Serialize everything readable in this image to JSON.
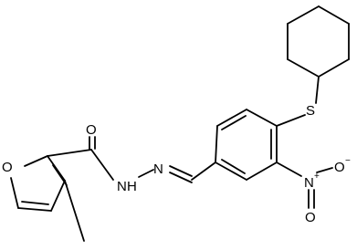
{
  "atoms": {
    "furan_o": "O",
    "carbonyl_o": "O",
    "amide_n": "N",
    "amide_h": "H",
    "imine_n": "N",
    "sulfur": "S",
    "nitro_n": "N",
    "nitro_n_charge": "+",
    "nitro_o_right": "O",
    "nitro_o_right_charge": "−",
    "nitro_o_bottom": "O"
  }
}
